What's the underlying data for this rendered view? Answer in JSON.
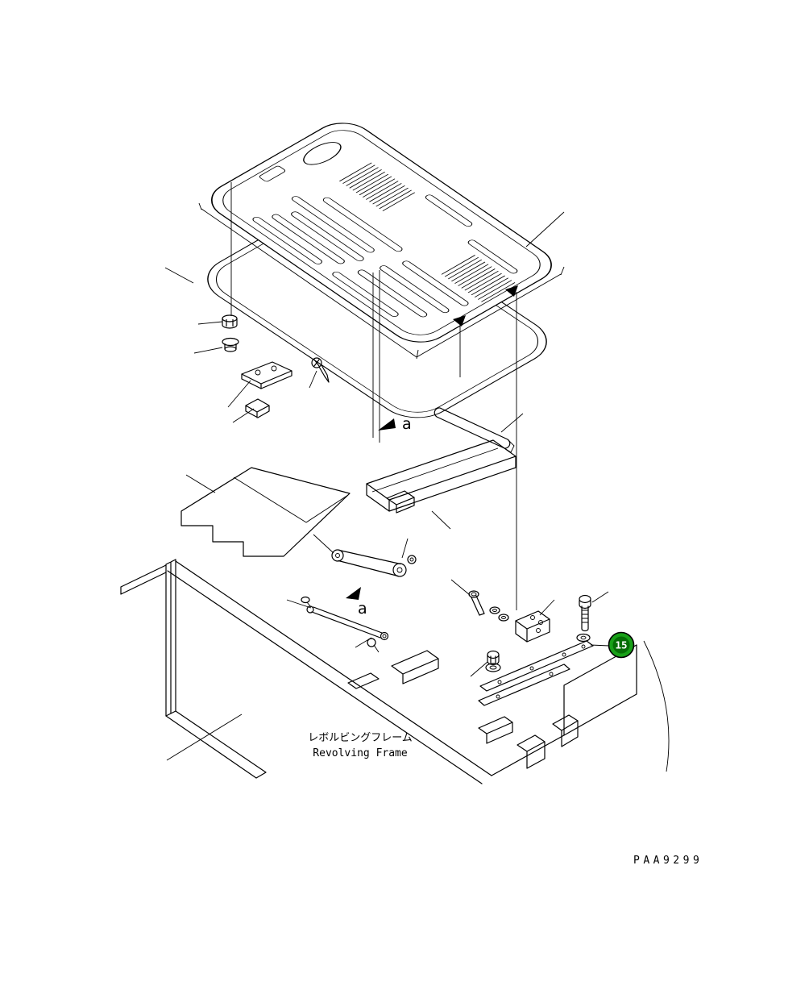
{
  "labels": {
    "section_arrow_a_top": "a",
    "section_arrow_a_bottom": "a",
    "revolving_frame_jp": "レボルビングフレーム",
    "revolving_frame_en": "Revolving Frame",
    "drawing_number": "PAA9299"
  },
  "callout_15": {
    "number": "15",
    "ring_color": "#18a018",
    "center_color": "#056d05",
    "text_color": "#ffffff"
  },
  "drawing": {
    "line_color": "#000000",
    "background": "#ffffff",
    "subject": "Engine hood exploded view over revolving frame"
  }
}
